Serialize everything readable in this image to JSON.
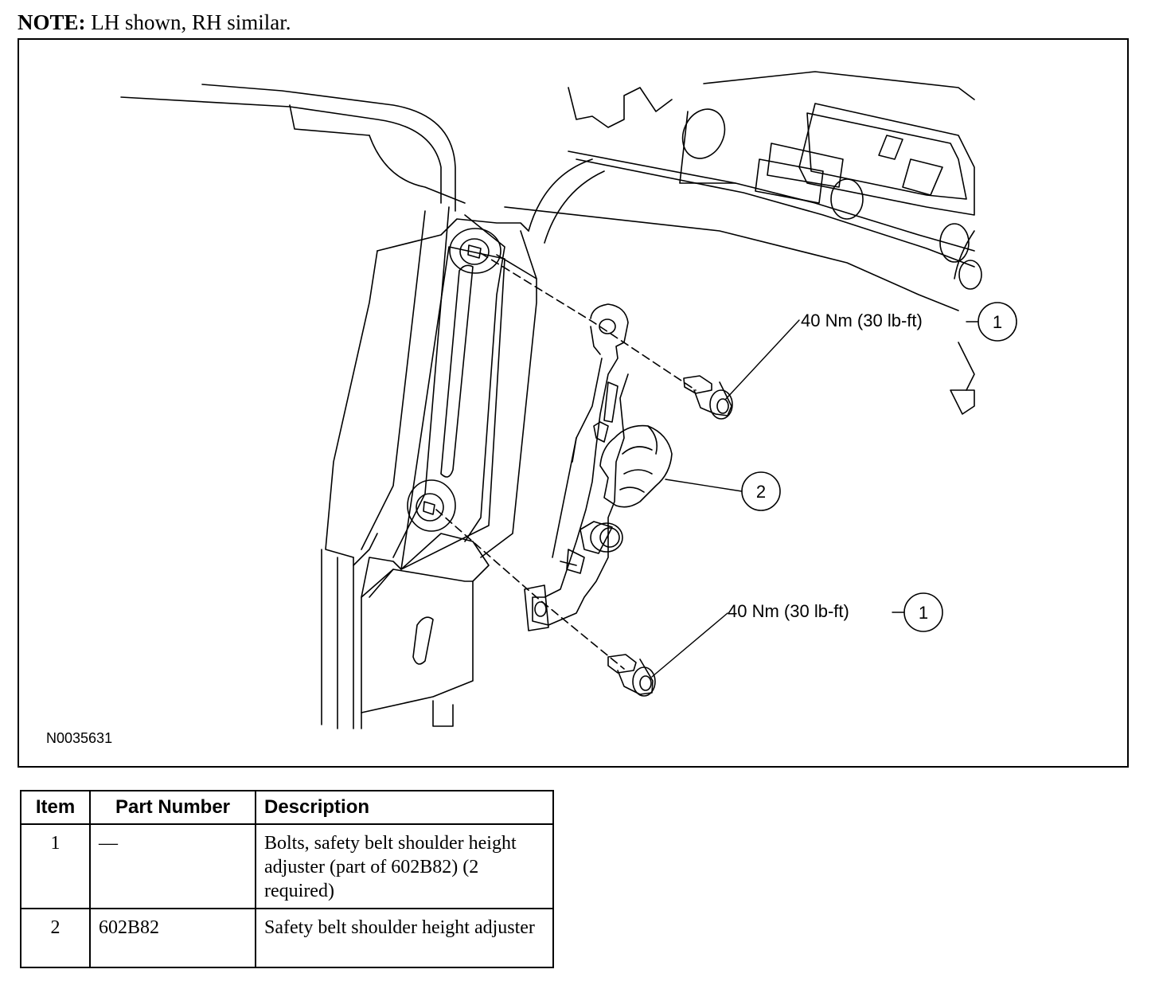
{
  "note": {
    "label": "NOTE:",
    "text": " LH shown, RH similar."
  },
  "figure": {
    "id": "N0035631",
    "callouts": [
      {
        "torque": "40 Nm (30 lb-ft)",
        "item": "1"
      },
      {
        "item": "2"
      },
      {
        "torque": "40 Nm (30 lb-ft)",
        "item": "1"
      }
    ]
  },
  "table": {
    "headers": [
      "Item",
      "Part Number",
      "Description"
    ],
    "rows": [
      {
        "item": "1",
        "part_number": "—",
        "description": "Bolts, safety belt shoulder height adjuster (part of 602B82) (2 required)"
      },
      {
        "item": "2",
        "part_number": "602B82",
        "description": "Safety belt shoulder height adjuster"
      }
    ]
  }
}
